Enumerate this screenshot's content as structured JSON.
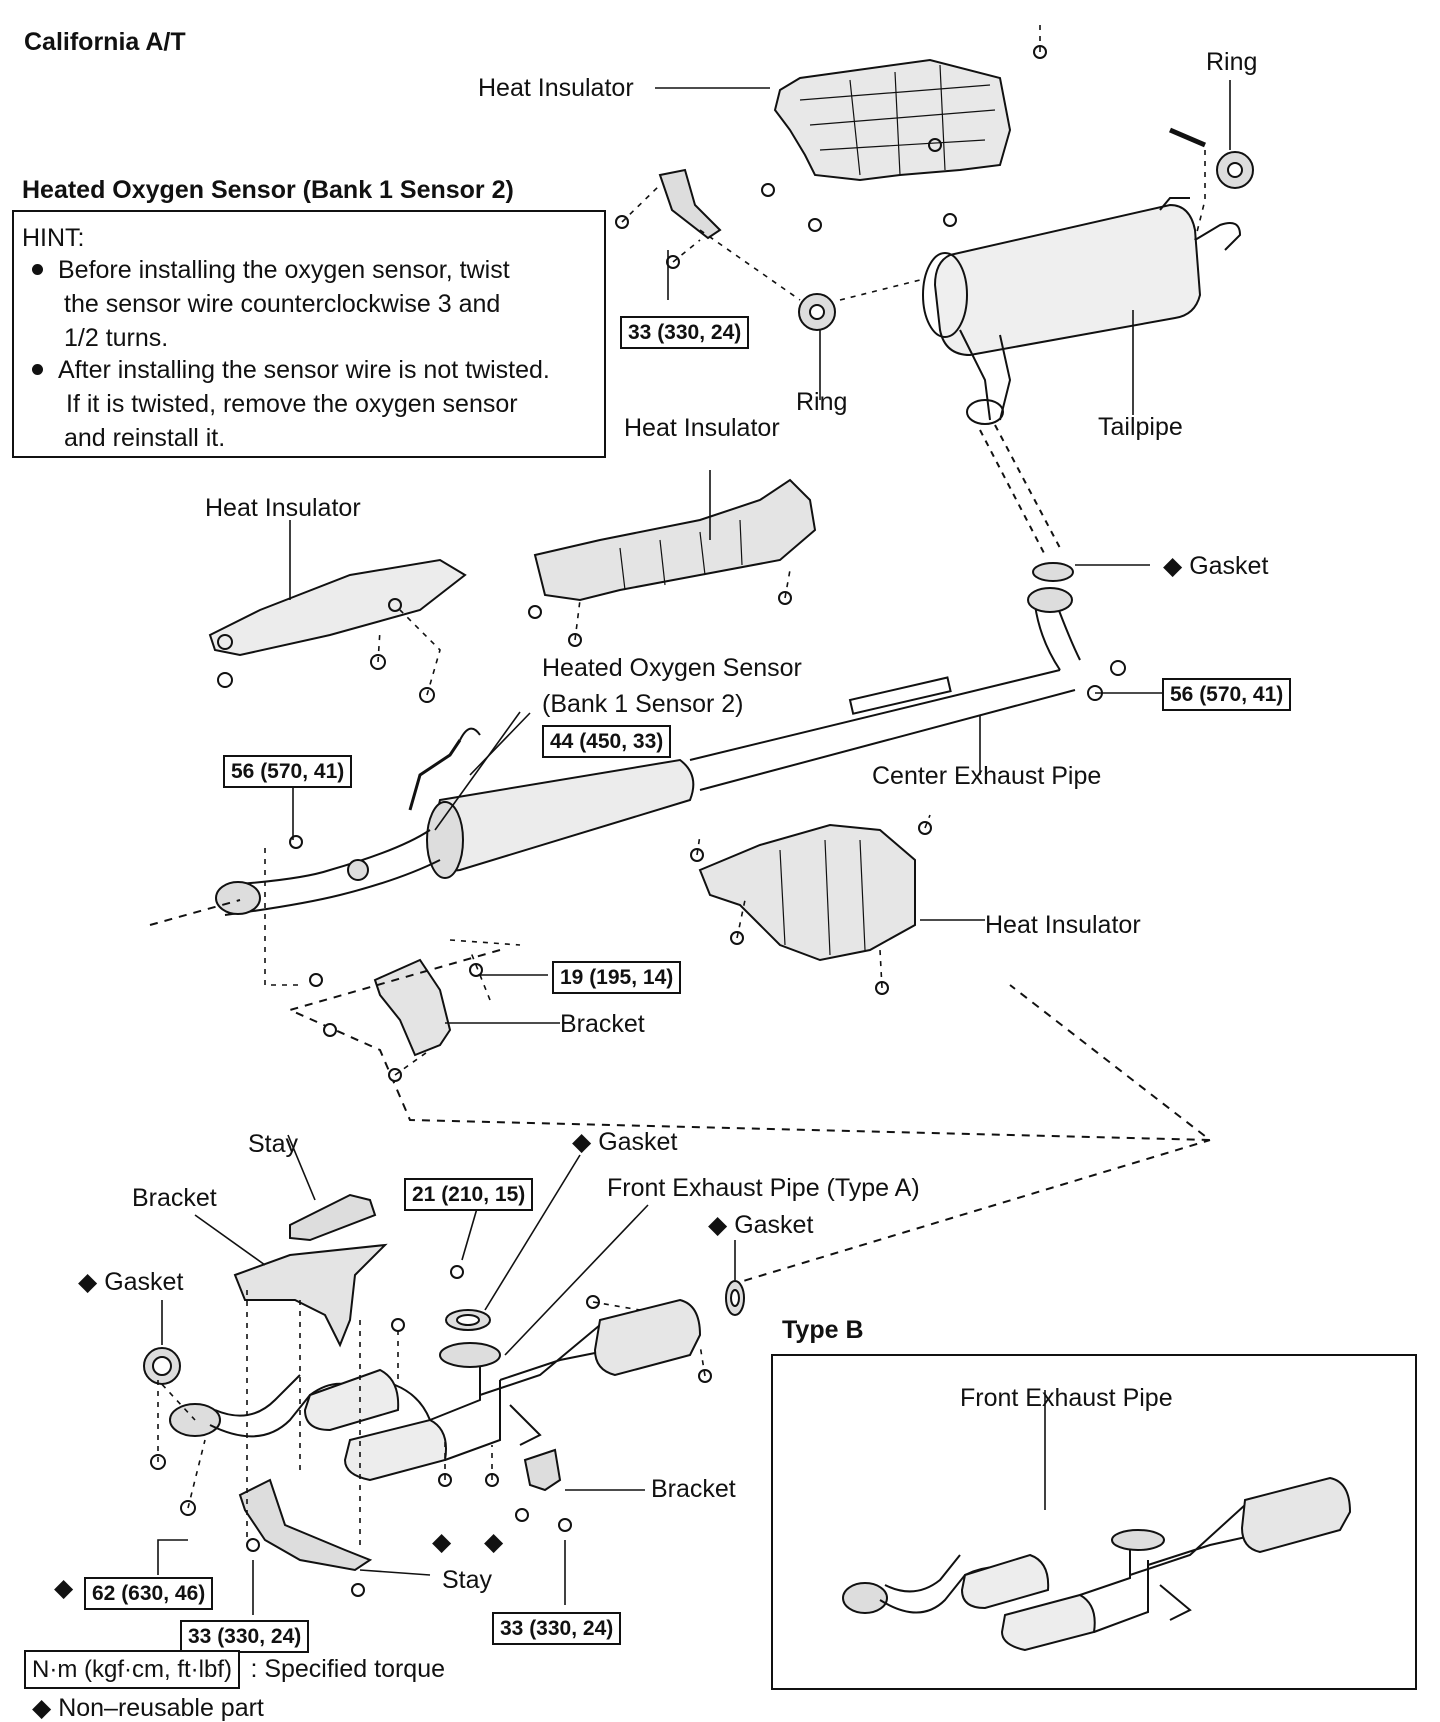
{
  "header": {
    "title": "California A/T"
  },
  "hint": {
    "heading": "Heated Oxygen Sensor (Bank 1 Sensor 2)",
    "label": "HINT:",
    "line1": "Before installing the oxygen sensor, twist",
    "line2": "the sensor wire counterclockwise 3 and",
    "line3": "1/2 turns.",
    "line4": "After installing the sensor wire is not twisted.",
    "line5": "If it is twisted, remove the oxygen sensor",
    "line6": "and reinstall it."
  },
  "labels": {
    "heat_insulator_top": "Heat Insulator",
    "ring_top": "Ring",
    "ring_mid": "Ring",
    "tailpipe": "Tailpipe",
    "heat_insulator_mid": "Heat Insulator",
    "heat_insulator_left": "Heat Insulator",
    "gasket_tail": "Gasket",
    "o2_sensor_line1": "Heated Oxygen Sensor",
    "o2_sensor_line2": "(Bank 1 Sensor 2)",
    "center_exhaust_pipe": "Center Exhaust Pipe",
    "heat_insulator_right": "Heat Insulator",
    "bracket_center": "Bracket",
    "stay_top": "Stay",
    "bracket_left": "Bracket",
    "gasket_front": "Gasket",
    "front_exhaust_pipe_a": "Front Exhaust Pipe (Type A)",
    "gasket_right": "Gasket",
    "gasket_left": "Gasket",
    "bracket_bottom": "Bracket",
    "stay_bottom": "Stay",
    "type_b": "Type B",
    "front_exhaust_pipe_b": "Front Exhaust Pipe"
  },
  "torques": {
    "t1": "33 (330, 24)",
    "t2": "56 (570, 41)",
    "t3": "44 (450, 33)",
    "t4": "56 (570, 41)",
    "t5": "19 (195, 14)",
    "t6": "21 (210, 15)",
    "t7": "62 (630, 46)",
    "t8": "33 (330, 24)",
    "t9": "33 (330, 24)"
  },
  "legend": {
    "torque_unit": "N·m (kgf·cm, ft·lbf)",
    "torque_desc": ": Specified torque",
    "nonreusable": "Non–reusable part"
  },
  "symbols": {
    "nonreusable_mark": "◆"
  }
}
